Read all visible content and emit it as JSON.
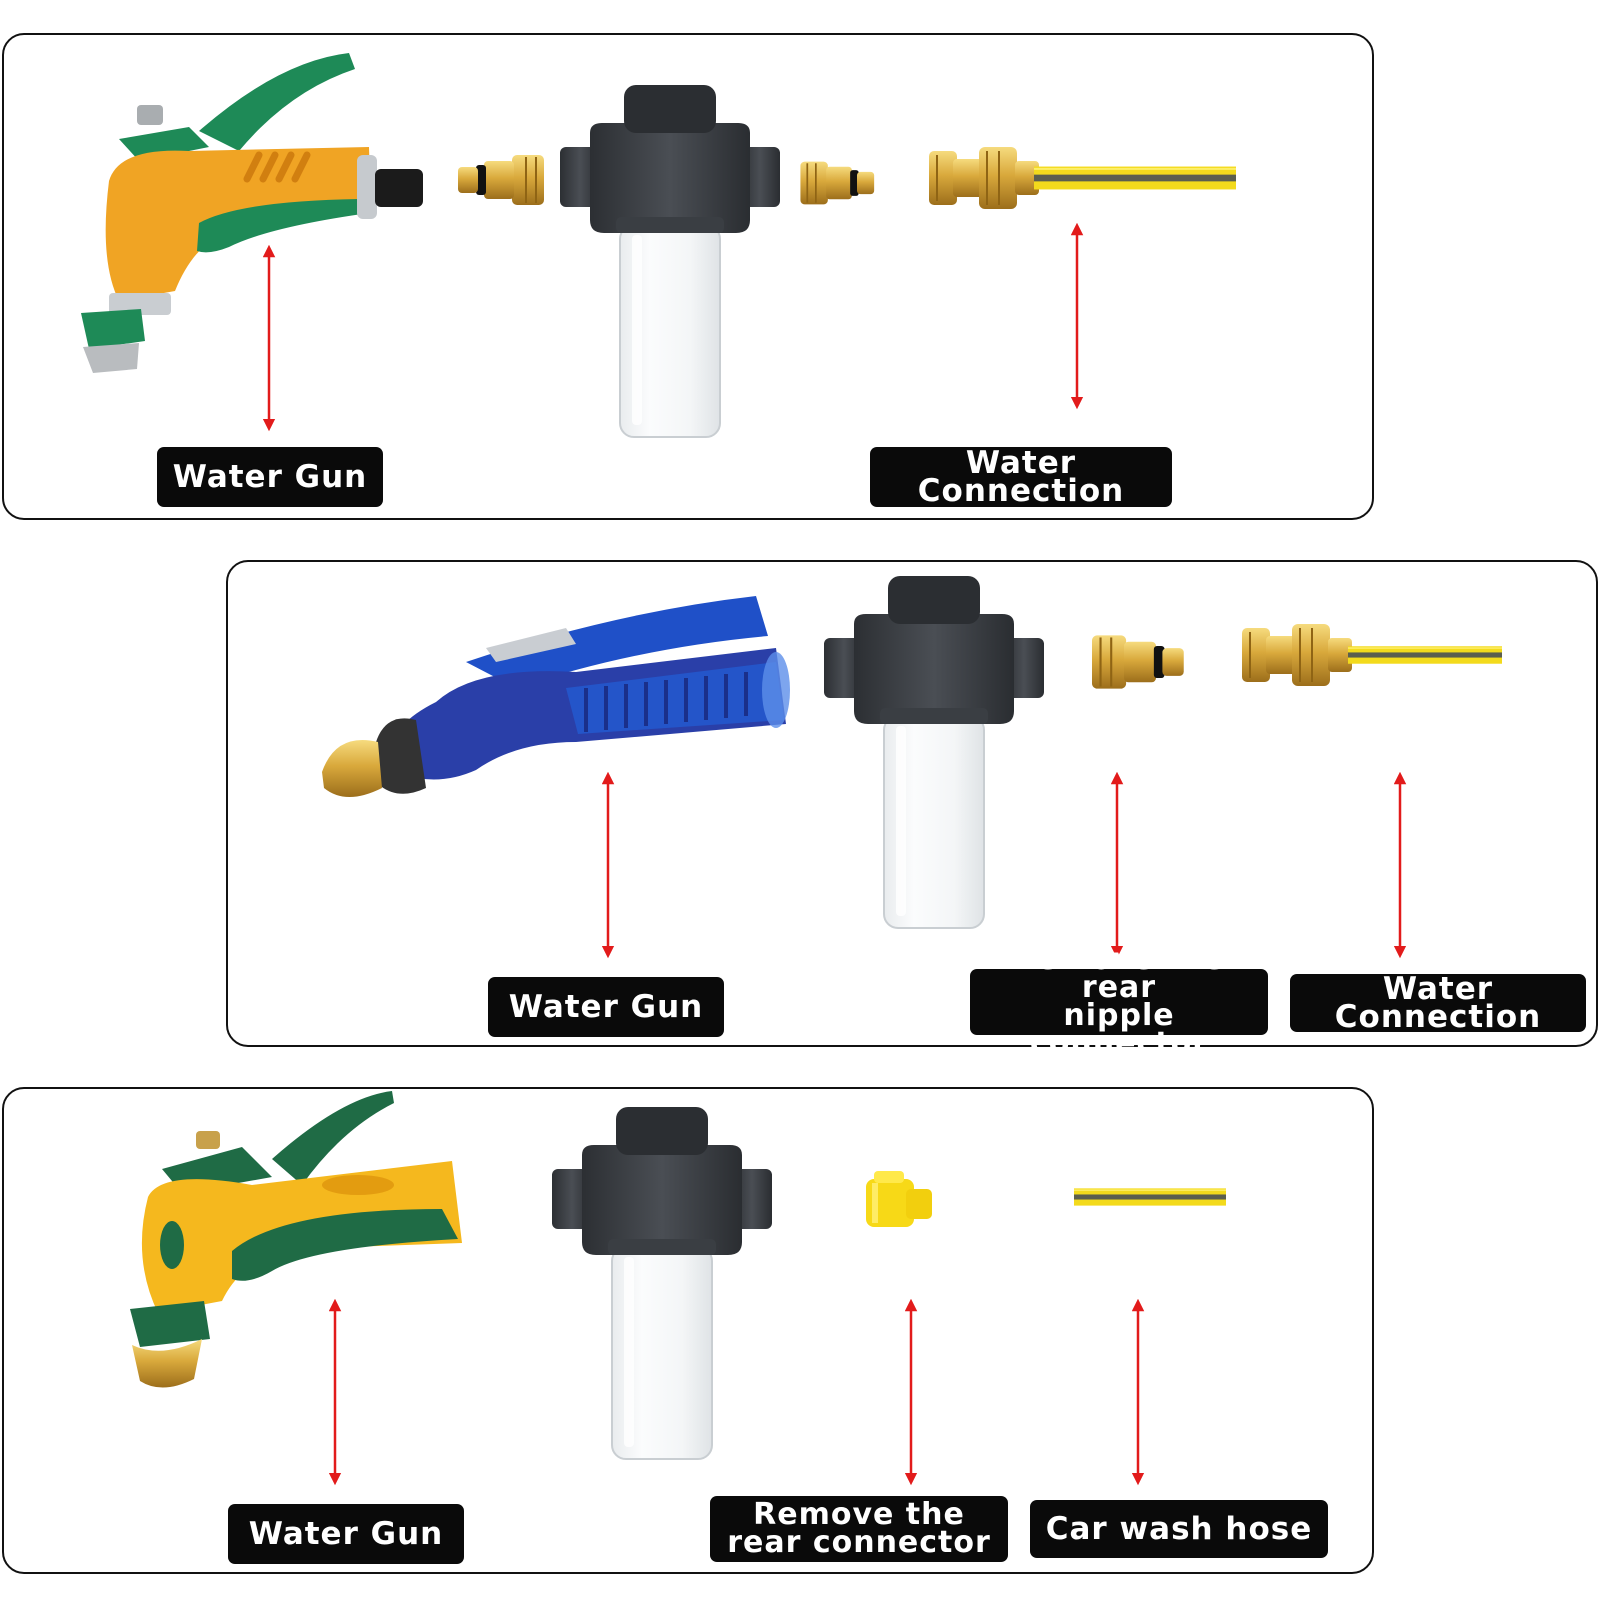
{
  "panels": [
    {
      "labels": {
        "gun": "Water Gun",
        "connection": "Water Connection"
      },
      "gun_colors": {
        "body": "#F0A424",
        "grip": "#1E8A57",
        "trigger": "#1E8A57"
      }
    },
    {
      "labels": {
        "gun": "Water Gun",
        "nipple": "Remove the rear\nnipple connector",
        "connection": "Water Connection"
      },
      "gun_colors": {
        "body": "#2A3FA8",
        "grip": "#2455C9",
        "trigger": "#1F50C8"
      }
    },
    {
      "labels": {
        "gun": "Water Gun",
        "rear": "Remove the\nrear connector",
        "hose": "Car wash hose"
      },
      "gun_colors": {
        "body": "#F5B81E",
        "grip": "#1F6B45",
        "trigger": "#1F6B45"
      }
    }
  ],
  "colors": {
    "arrow": "#E21B1B",
    "brass": "#D9A93C",
    "bottle_cap": "#3E4247",
    "hose_yellow": "#F3DA1C",
    "hose_stripe": "#5B5E4E",
    "label_bg": "#0A0A0A"
  },
  "icons": [
    "water-gun-icon",
    "foam-bottle-icon",
    "brass-connector-icon",
    "hose-icon",
    "double-arrow-icon"
  ]
}
